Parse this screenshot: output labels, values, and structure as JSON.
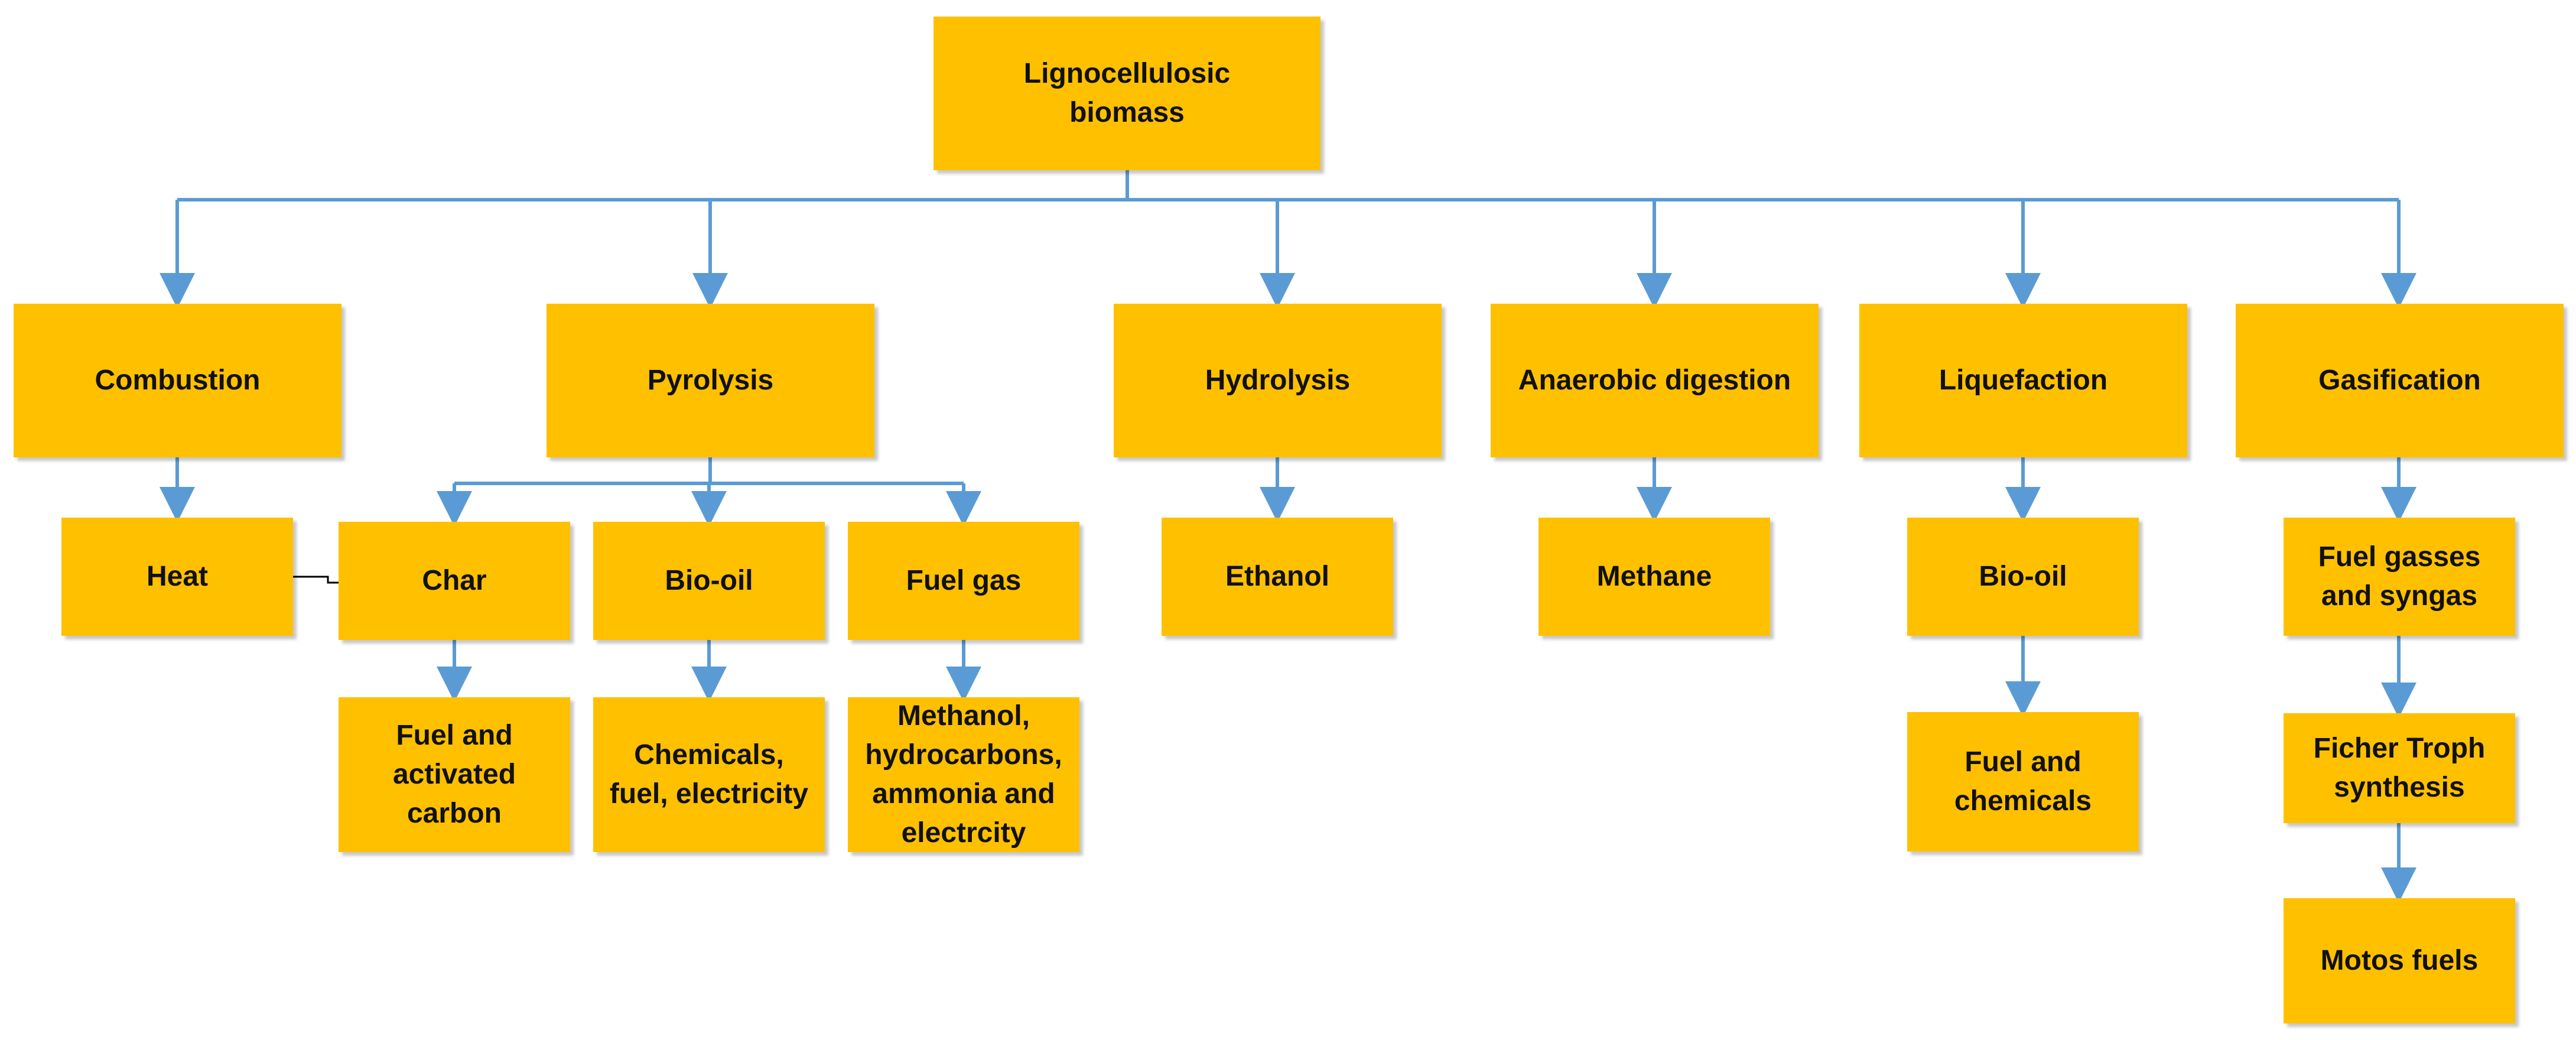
{
  "colors": {
    "box_fill": "#FFC000",
    "connector": "#5B9BD5",
    "link_line": "#000000",
    "text": "#111111"
  },
  "nodes": {
    "root": "Lignocellulosic\nbiomass",
    "combustion": "Combustion",
    "pyrolysis": "Pyrolysis",
    "hydrolysis": "Hydrolysis",
    "anaerobic": "Anaerobic digestion",
    "liquefaction": "Liquefaction",
    "gasification": "Gasification",
    "heat": "Heat",
    "char": "Char",
    "pyro_biooil": "Bio-oil",
    "fuelgas": "Fuel gas",
    "ethanol": "Ethanol",
    "methane": "Methane",
    "liq_biooil": "Bio-oil",
    "fuelgasses": "Fuel gasses\nand syngas",
    "fuelcarbon": "Fuel and\nactivated\ncarbon",
    "chemicals": "Chemicals,\nfuel, electricity",
    "methanol": "Methanol,\nhydrocarbons,\nammonia and\nelectrcity",
    "fuelchem": "Fuel and\nchemicals",
    "ficher": "Ficher Troph\nsynthesis",
    "motos": "Motos fuels"
  }
}
